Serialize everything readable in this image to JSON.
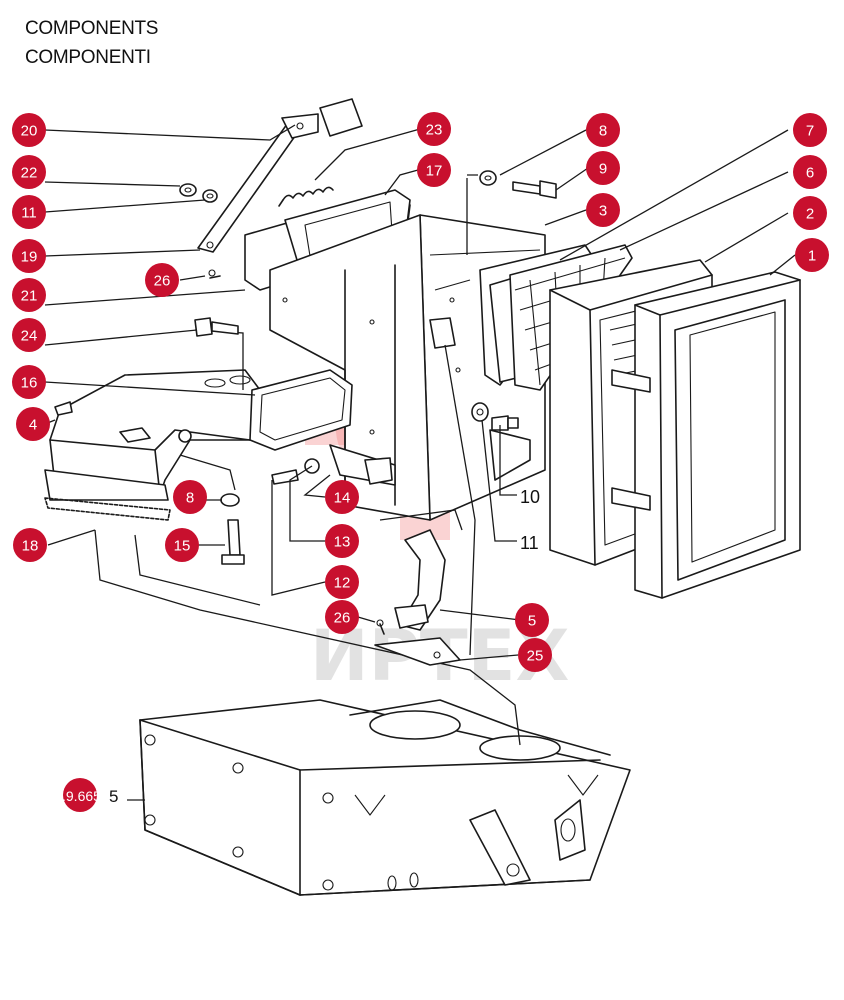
{
  "header": {
    "title_en": "COMPONENTS",
    "title_it": "COMPONENTI"
  },
  "watermark": {
    "text": "ИРТЕХ",
    "color": "#f08080"
  },
  "colors": {
    "callout_fill": "#c8102e",
    "callout_text": "#ffffff",
    "line": "#1a1a1a"
  },
  "callouts": [
    "20",
    "22",
    "11",
    "19",
    "26",
    "21",
    "24",
    "16",
    "4",
    "18",
    "8",
    "15",
    "23",
    "17",
    "8",
    "9",
    "7",
    "6",
    "3",
    "2",
    "1",
    "14",
    "13",
    "12",
    "26",
    "5",
    "25"
  ],
  "plain_labels": [
    "10",
    "11"
  ],
  "figure_code": ".9.665",
  "figure_code_suffix": "5"
}
